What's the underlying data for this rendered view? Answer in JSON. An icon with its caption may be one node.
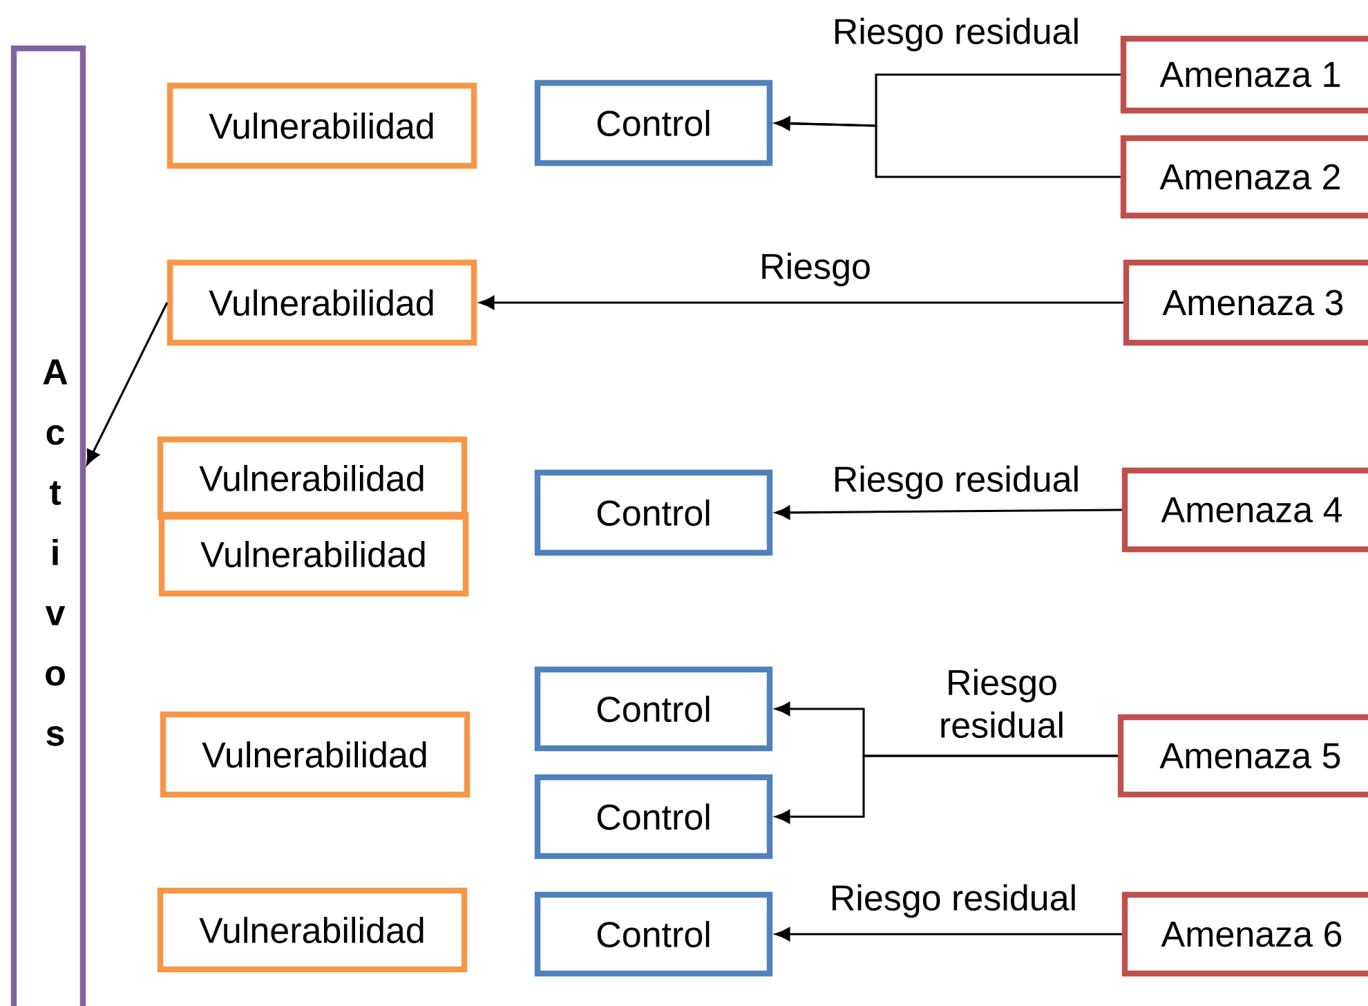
{
  "diagram": {
    "nodes": [
      {
        "text": [
          "Activos"
        ]
      },
      {
        "text": [
          "Vulnerabilidad"
        ]
      },
      {
        "text": [
          "Control"
        ]
      },
      {
        "text": [
          "Amenaza 1"
        ]
      },
      {
        "text": [
          "Amenaza 2"
        ]
      },
      {
        "text": [
          "Vulnerabilidad"
        ]
      },
      {
        "text": [
          "Amenaza 3"
        ]
      },
      {
        "text": [
          "Vulnerabilidad"
        ]
      },
      {
        "text": [
          "Vulnerabilidad"
        ]
      },
      {
        "text": [
          "Control"
        ]
      },
      {
        "text": [
          "Amenaza 4"
        ]
      },
      {
        "text": [
          "Vulnerabilidad"
        ]
      },
      {
        "text": [
          "Control"
        ]
      },
      {
        "text": [
          "Control"
        ]
      },
      {
        "text": [
          "Amenaza 5"
        ]
      },
      {
        "text": [
          "Vulnerabilidad"
        ]
      },
      {
        "text": [
          "Control"
        ]
      },
      {
        "text": [
          "Amenaza 6"
        ]
      }
    ],
    "edges": [
      {
        "from": 3,
        "to": 2,
        "arrow": "to",
        "label": "Riesgo residual"
      },
      {
        "from": 4,
        "to": 2,
        "arrow": "to"
      },
      {
        "from": 6,
        "to": 5,
        "arrow": "to",
        "label": "Riesgo"
      },
      {
        "from": 5,
        "to": 0,
        "arrow": "to"
      },
      {
        "from": 10,
        "to": 9,
        "arrow": "to",
        "label": "Riesgo residual"
      },
      {
        "from": 14,
        "to": 12,
        "arrow": "to",
        "label": "Riesgo residual"
      },
      {
        "from": 14,
        "to": 13,
        "arrow": "to"
      },
      {
        "from": 17,
        "to": 16,
        "arrow": "to",
        "label": "Riesgo residual"
      }
    ]
  }
}
